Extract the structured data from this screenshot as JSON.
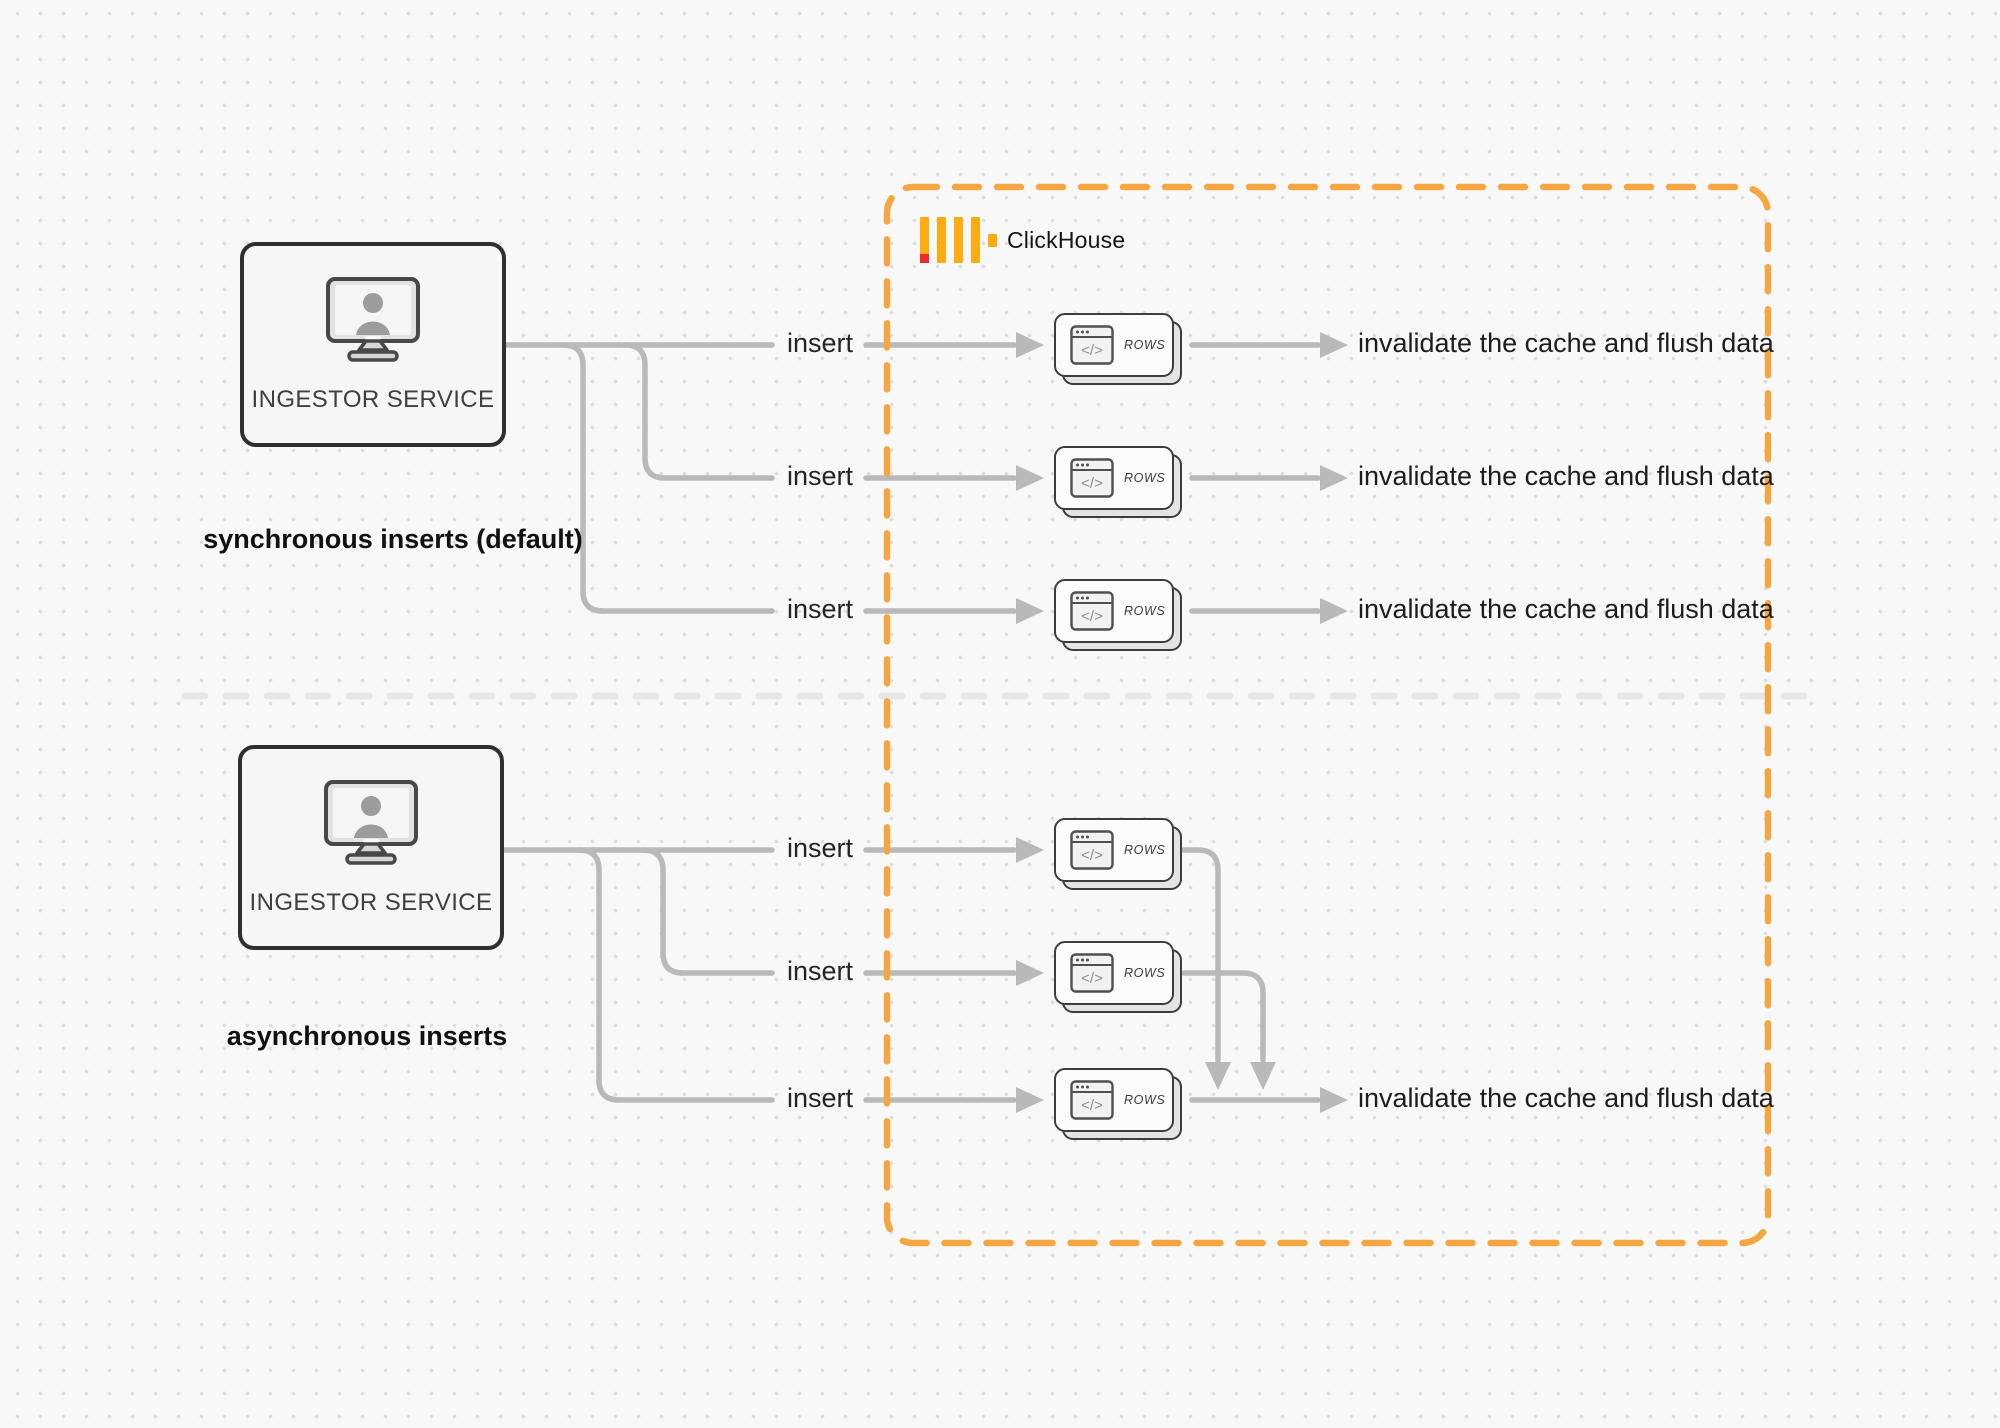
{
  "clickhouse": {
    "name": "ClickHouse",
    "accent_color": "#F6A640",
    "logo_bar_color": "#FCAC0F",
    "logo_red_color": "#EE2A24"
  },
  "icons": {
    "code_glyph": "</>"
  },
  "colors": {
    "connector_gray": "#b9b9b9",
    "divider_gray": "#e7e7e7"
  },
  "sync": {
    "caption": "synchronous inserts (default)",
    "ingestor_label": "INGESTOR SERVICE",
    "rows": [
      {
        "insert_label": "insert",
        "node_label": "ROWS",
        "result_label": "invalidate the cache and flush data"
      },
      {
        "insert_label": "insert",
        "node_label": "ROWS",
        "result_label": "invalidate the cache and flush data"
      },
      {
        "insert_label": "insert",
        "node_label": "ROWS",
        "result_label": "invalidate the cache and flush data"
      }
    ]
  },
  "async": {
    "caption": "asynchronous inserts",
    "ingestor_label": "INGESTOR SERVICE",
    "rows": [
      {
        "insert_label": "insert",
        "node_label": "ROWS"
      },
      {
        "insert_label": "insert",
        "node_label": "ROWS"
      },
      {
        "insert_label": "insert",
        "node_label": "ROWS",
        "result_label": "invalidate the cache and flush data"
      }
    ]
  }
}
